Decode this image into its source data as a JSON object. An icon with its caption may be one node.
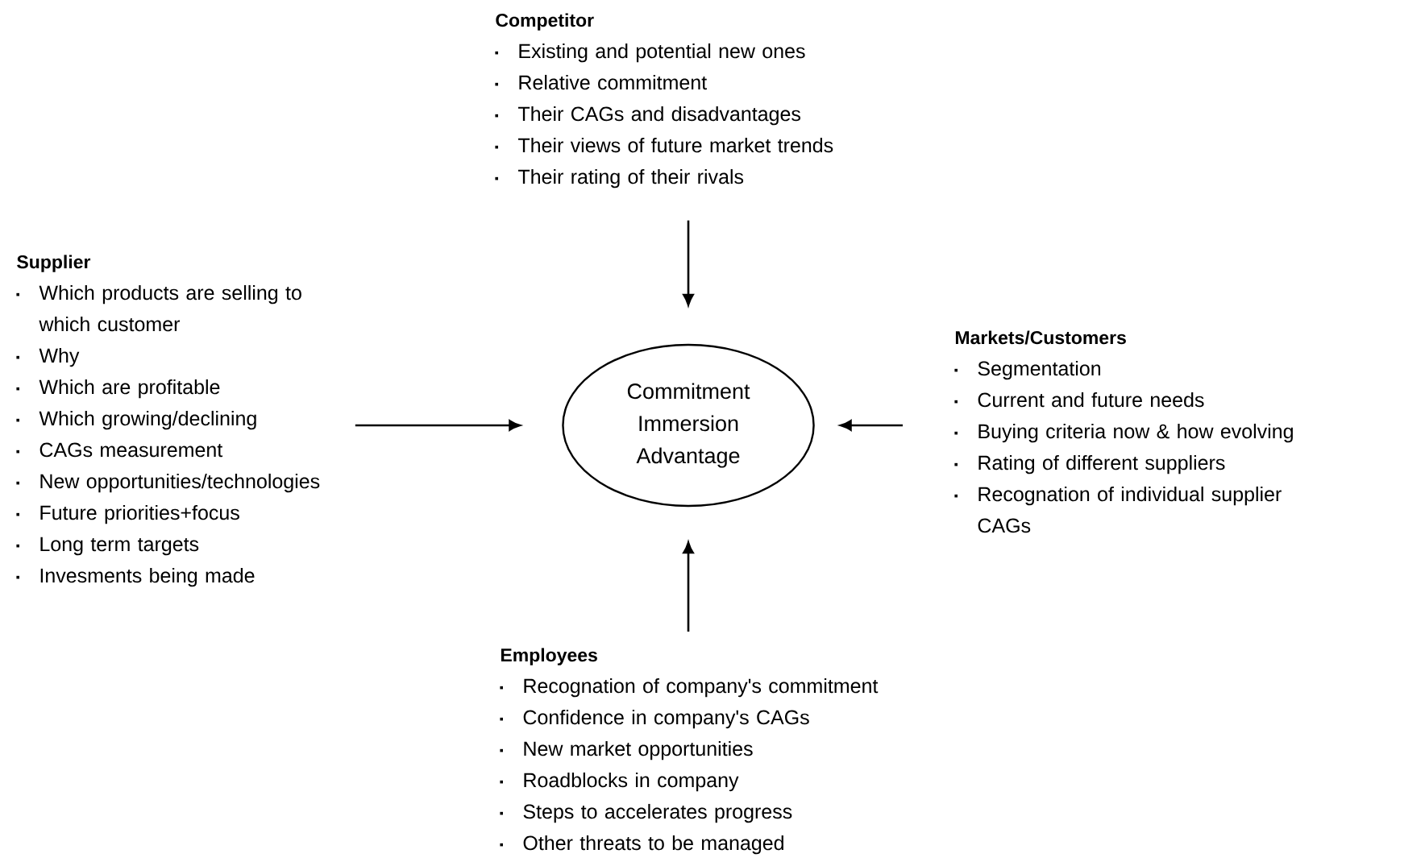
{
  "diagram": {
    "nodes": [
      {
        "text": [
          "Competitor",
          "Existing and potential new ones",
          "Relative commitment",
          "Their CAGs and disadvantages",
          "Their views of future market trends",
          "Their rating of their rivals"
        ]
      },
      {
        "text": [
          "Supplier",
          "Which products are selling to which customer",
          "Why",
          "Which are profitable",
          "Which growing/declining",
          "CAGs measurement",
          "New opportunities/technologies",
          "Future priorities+focus",
          "Long term targets",
          "Invesments being made"
        ]
      },
      {
        "text": [
          "Commitment Immersion Advantage"
        ]
      },
      {
        "text": [
          "Markets/Customers",
          "Segmentation",
          "Current and future needs",
          "Buying criteria now & how evolving",
          "Rating of different suppliers",
          "Recognation of individual supplier CAGs"
        ]
      },
      {
        "text": [
          "Employees",
          "Recognation of company's commitment",
          "Confidence in company's CAGs",
          "New market opportunities",
          "Roadblocks in company",
          "Steps to accelerates progress",
          "Other threats to be managed"
        ]
      }
    ],
    "edges": [
      {
        "from": 0,
        "to": 2,
        "arrow": "to"
      },
      {
        "from": 1,
        "to": 2,
        "arrow": "to"
      },
      {
        "from": 3,
        "to": 2,
        "arrow": "to"
      },
      {
        "from": 4,
        "to": 2,
        "arrow": "to"
      }
    ]
  }
}
